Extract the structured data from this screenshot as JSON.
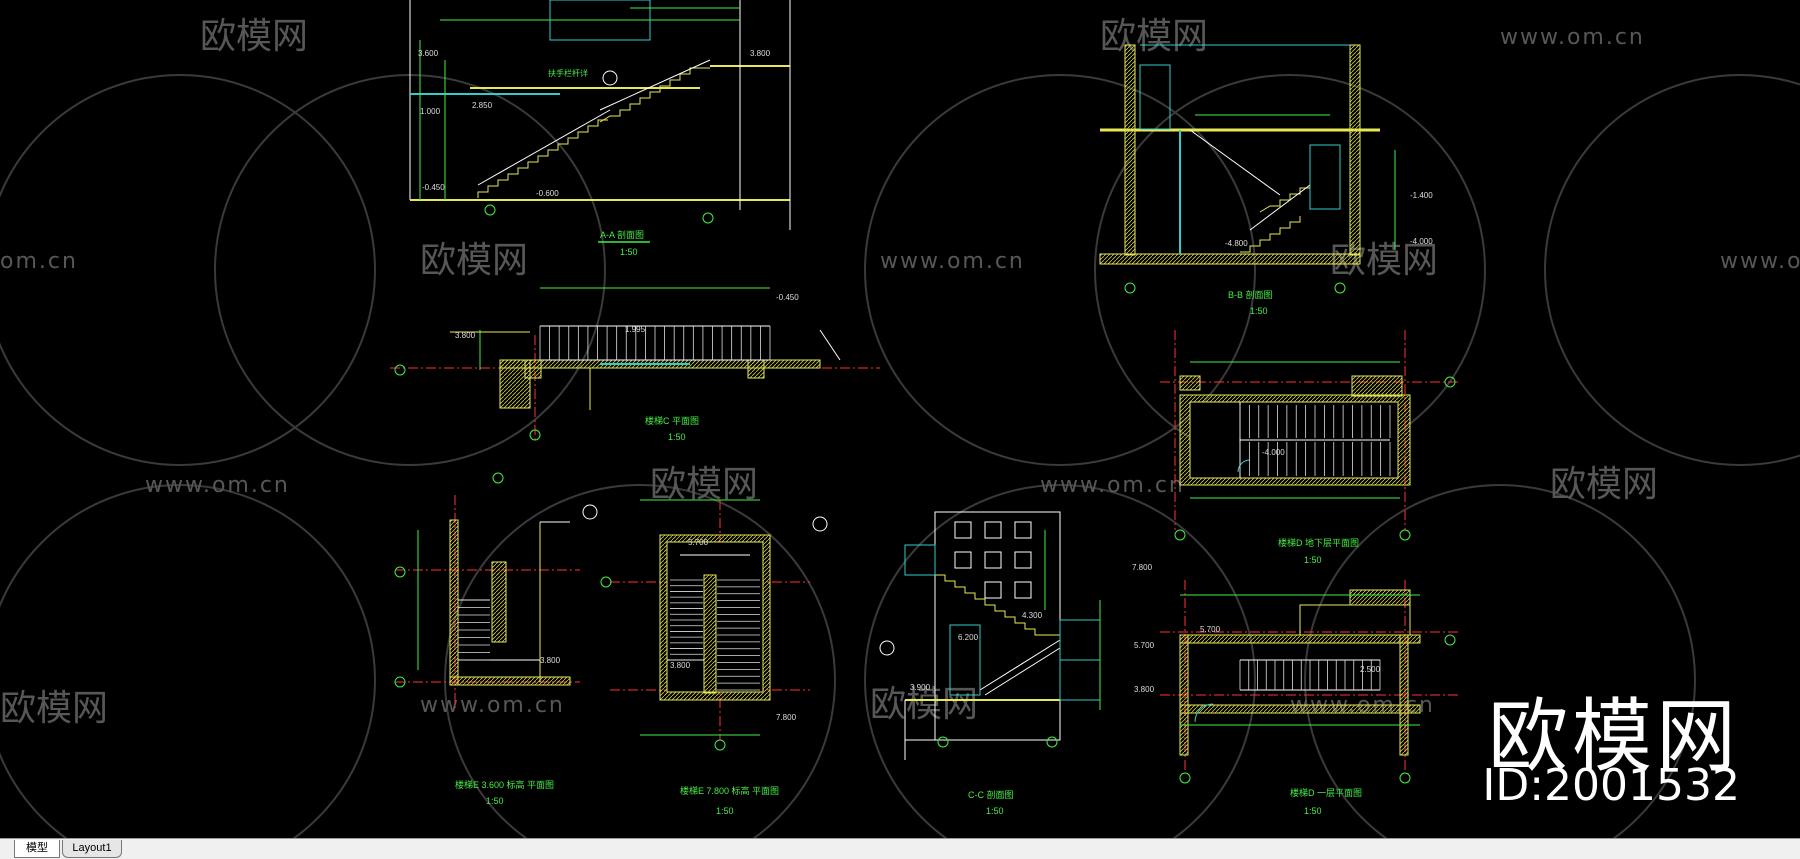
{
  "watermark": {
    "logo_text": "欧模网",
    "url_text": "www.om.cn",
    "url_fragment": "om.cn",
    "logo_fragment": "欧模网"
  },
  "brand": {
    "name": "欧模网",
    "id": "ID:2001532"
  },
  "drawing": {
    "titles": {
      "aa": "A-A  剖面图",
      "bb": "B-B  剖面图",
      "plan_c": "楼梯C  平面图",
      "plan_d_base": "楼梯D  地下层平面图",
      "plan_e": "楼梯E  3.600  标高  平面图",
      "plan_e2": "楼梯E  7.800  标高  平面图",
      "cc": "C-C  剖面图",
      "plan_d_1": "楼梯D  一层平面图"
    },
    "scale": "1:50",
    "elevations": [
      "3.600",
      "1.000",
      "-0.450",
      "-0.600",
      "2.850",
      "3.800",
      "1.995",
      "-0.450",
      "5.700",
      "3.800",
      "7.800",
      "5.700",
      "6.200",
      "4.300",
      "3.900",
      "7.800",
      "5.700",
      "3.800",
      "-4.000",
      "-1.400",
      "2.500"
    ],
    "notes": [
      "扶手栏杆详",
      "-4.800"
    ]
  },
  "tabs": {
    "model": "模型",
    "layout": "Layout1"
  },
  "colors": {
    "bg": "#000000",
    "wall": "#e8e855",
    "dim": "#44ee44",
    "axis": "#ff3333",
    "line": "#ffffff",
    "glass": "#33cccc"
  }
}
